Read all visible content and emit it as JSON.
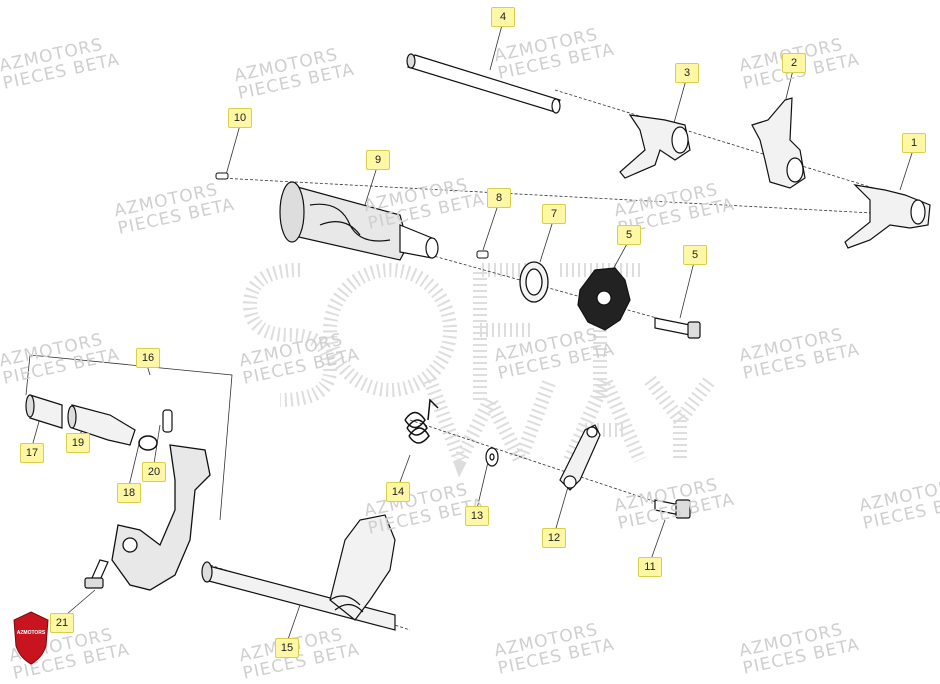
{
  "watermark": {
    "line1": "AZMOTORS",
    "line2": "PIECES BETA"
  },
  "brand": {
    "logo_text": "AZMOTORS"
  },
  "colors": {
    "label_fill": "#fdf7a6",
    "label_border": "#d9cf4a",
    "line": "#222222",
    "watermark": "#cfcfcf",
    "logo_red": "#c8141e"
  },
  "callouts": [
    {
      "id": "1",
      "part": "fork"
    },
    {
      "id": "2",
      "part": "fork"
    },
    {
      "id": "3",
      "part": "fork"
    },
    {
      "id": "4",
      "part": "fork-shaft"
    },
    {
      "id": "5",
      "part": "star-cam-and-screw"
    },
    {
      "id": "5",
      "part": "screw"
    },
    {
      "id": "7",
      "part": "bearing"
    },
    {
      "id": "8",
      "part": "pin"
    },
    {
      "id": "9",
      "part": "shift-drum"
    },
    {
      "id": "10",
      "part": "pin"
    },
    {
      "id": "11",
      "part": "screw"
    },
    {
      "id": "12",
      "part": "lever"
    },
    {
      "id": "13",
      "part": "washer"
    },
    {
      "id": "14",
      "part": "spring"
    },
    {
      "id": "15",
      "part": "shift-shaft"
    },
    {
      "id": "16",
      "part": "gear-pedal-kit"
    },
    {
      "id": "17",
      "part": "rubber"
    },
    {
      "id": "18",
      "part": "o-ring"
    },
    {
      "id": "19",
      "part": "sleeve"
    },
    {
      "id": "20",
      "part": "pin"
    },
    {
      "id": "21",
      "part": "screw"
    }
  ]
}
